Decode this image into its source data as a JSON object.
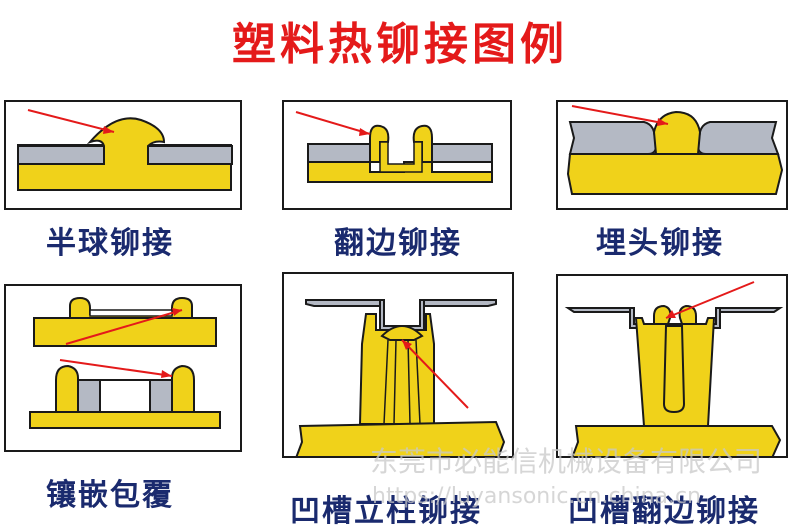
{
  "title": "塑料热铆接图例",
  "captions": {
    "half_ball": "半球铆接",
    "flange": "翻边铆接",
    "embedded_head": "埋头铆接",
    "inlay": "镶嵌包覆",
    "groove_post": "凹槽立柱铆接",
    "groove_flange": "凹槽翻边铆接"
  },
  "watermark": {
    "company": "东莞市必能信机械设备有限公司",
    "url": "https://luyansonic.cn.china.cn"
  },
  "colors": {
    "plastic": "#f0d21a",
    "metal": "#b4b9c4",
    "outline": "#1a1a1a",
    "arrow": "#e41a1a",
    "title": "#e41a1a",
    "caption": "#1a2a6e"
  }
}
